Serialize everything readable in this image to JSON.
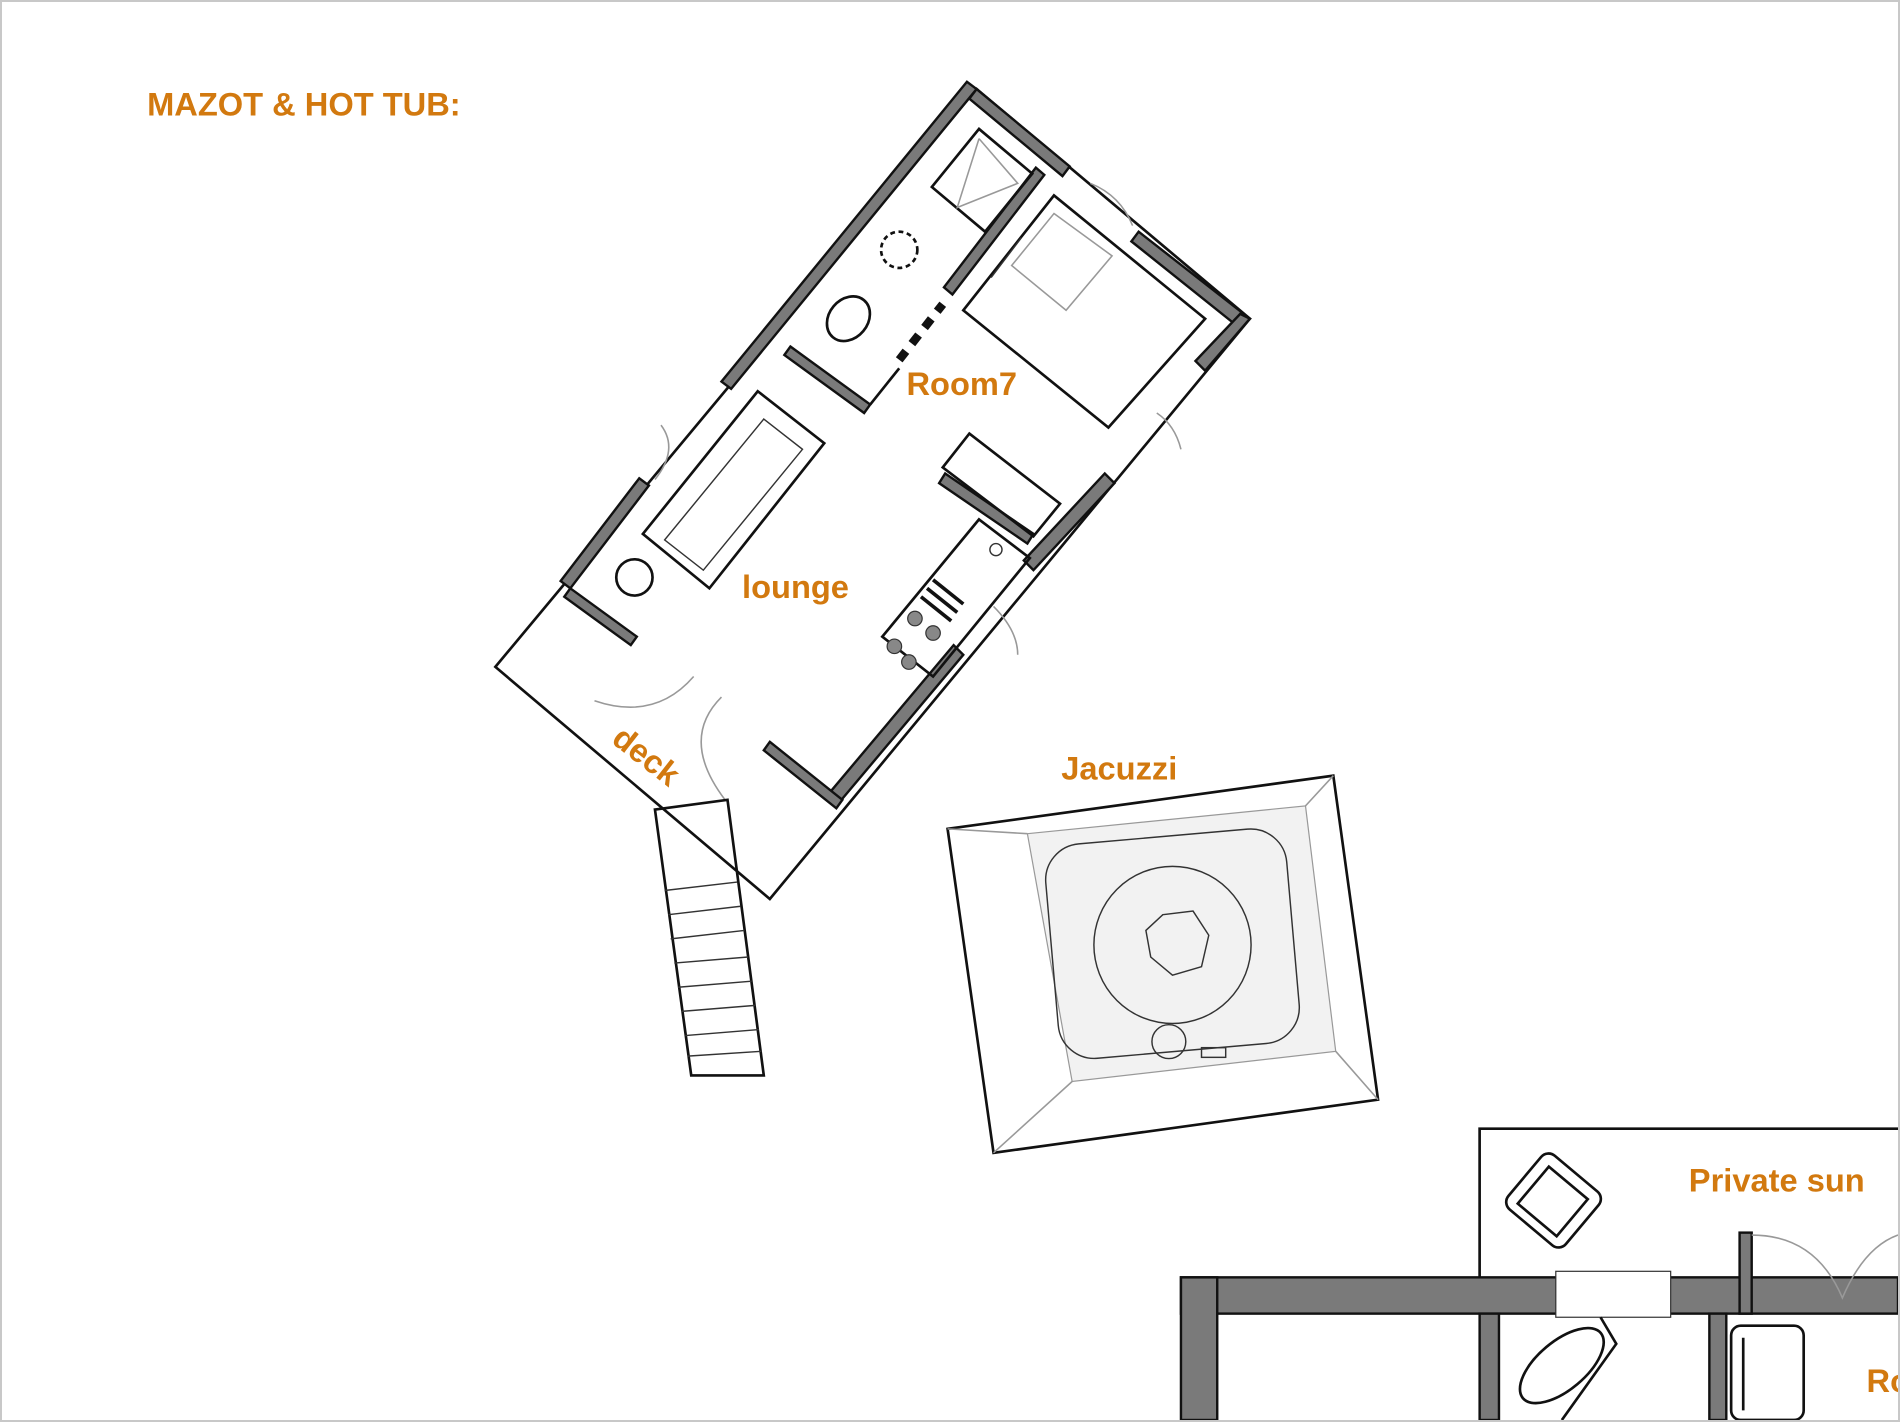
{
  "title": "MAZOT & HOT TUB:",
  "rooms": {
    "room7": "Room7",
    "lounge": "lounge",
    "deck": "deck",
    "jacuzzi": "Jacuzzi",
    "private_sun": "Private sun",
    "room_partial": "Ro"
  },
  "colors": {
    "label": "#d2790f",
    "wall": "#7a7a7a"
  }
}
